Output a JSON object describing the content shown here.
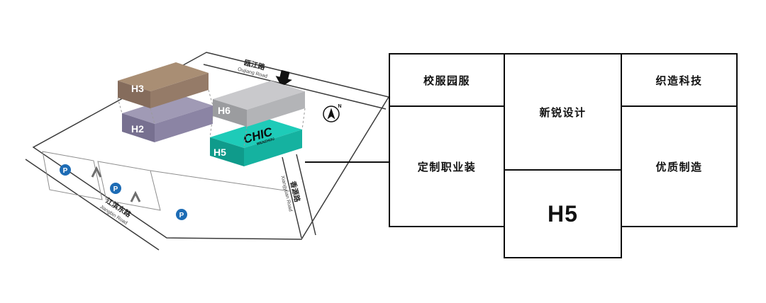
{
  "map": {
    "roads": {
      "top": {
        "zh": "瓯江路",
        "en": "Oujiang Road"
      },
      "right": {
        "zh": "香源路",
        "en": "Xiangyuan Road"
      },
      "left": {
        "zh": "江滨东路",
        "en": "Jiangbin Road"
      }
    },
    "buildings": {
      "h3": {
        "label": "H3"
      },
      "h2": {
        "label": "H2"
      },
      "h6": {
        "label": "H6"
      },
      "h5": {
        "label": "H5",
        "logo": "CHIC",
        "logo_sub": "WENZHOU"
      }
    },
    "parking_label": "P",
    "compass_label": "N",
    "colors": {
      "h3_top": "#a98e74",
      "h2_top": "#a09ab5",
      "h6_top": "#c9c9cc",
      "h5_top": "#1ecbb8",
      "parking_blue": "#1d6cb5"
    }
  },
  "panel": {
    "cells": [
      {
        "label": "校服园服"
      },
      {
        "label": "新锐设计"
      },
      {
        "label": "织造科技"
      },
      {
        "label": "定制职业装"
      },
      {
        "label": "优质制造"
      },
      {
        "label": "H5"
      }
    ]
  }
}
